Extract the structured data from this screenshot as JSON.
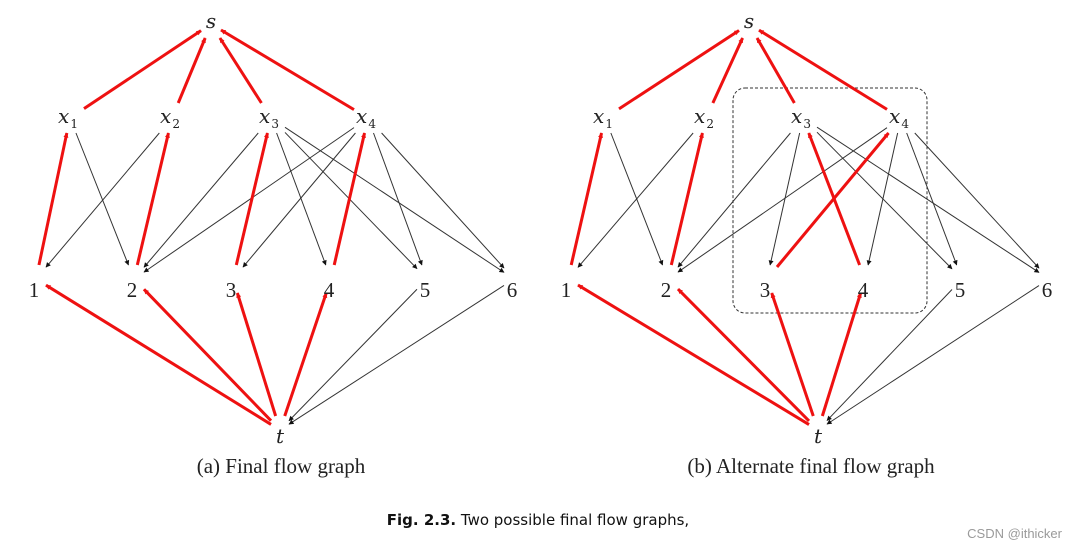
{
  "colors": {
    "flow": "#ee1111",
    "edge": "#333333",
    "box": "#333333"
  },
  "node_labels": {
    "source": "s",
    "sink": "t",
    "x1_base": "x",
    "x1_sub": "1",
    "x2_base": "x",
    "x2_sub": "2",
    "x3_base": "x",
    "x3_sub": "3",
    "x4_base": "x",
    "x4_sub": "4",
    "n1": "1",
    "n2": "2",
    "n3": "3",
    "n4": "4",
    "n5": "5",
    "n6": "6"
  },
  "graphs": [
    {
      "caption": "(a) Final flow graph",
      "flow_edges": [
        [
          "x1",
          "s"
        ],
        [
          "x2",
          "s"
        ],
        [
          "x3",
          "s"
        ],
        [
          "x4",
          "s"
        ],
        [
          "1",
          "x1"
        ],
        [
          "2",
          "x2"
        ],
        [
          "3",
          "x3"
        ],
        [
          "4",
          "x4"
        ],
        [
          "t",
          "1"
        ],
        [
          "t",
          "2"
        ],
        [
          "t",
          "3"
        ],
        [
          "t",
          "4"
        ]
      ],
      "plain_edges": [
        [
          "x1",
          "2"
        ],
        [
          "x2",
          "1"
        ],
        [
          "x3",
          "2"
        ],
        [
          "x3",
          "4"
        ],
        [
          "x3",
          "5"
        ],
        [
          "x3",
          "6"
        ],
        [
          "x4",
          "2"
        ],
        [
          "x4",
          "3"
        ],
        [
          "x4",
          "5"
        ],
        [
          "x4",
          "6"
        ],
        [
          "5",
          "t"
        ],
        [
          "6",
          "t"
        ]
      ],
      "highlight_box": false
    },
    {
      "caption": "(b) Alternate final flow graph",
      "flow_edges": [
        [
          "x1",
          "s"
        ],
        [
          "x2",
          "s"
        ],
        [
          "x3",
          "s"
        ],
        [
          "x4",
          "s"
        ],
        [
          "1",
          "x1"
        ],
        [
          "2",
          "x2"
        ],
        [
          "4",
          "x3"
        ],
        [
          "3",
          "x4"
        ],
        [
          "t",
          "1"
        ],
        [
          "t",
          "2"
        ],
        [
          "t",
          "3"
        ],
        [
          "t",
          "4"
        ]
      ],
      "plain_edges": [
        [
          "x1",
          "2"
        ],
        [
          "x2",
          "1"
        ],
        [
          "x3",
          "2"
        ],
        [
          "x3",
          "3"
        ],
        [
          "x3",
          "5"
        ],
        [
          "x3",
          "6"
        ],
        [
          "x4",
          "2"
        ],
        [
          "x4",
          "4"
        ],
        [
          "x4",
          "5"
        ],
        [
          "x4",
          "6"
        ],
        [
          "5",
          "t"
        ],
        [
          "6",
          "t"
        ]
      ],
      "highlight_box": true
    }
  ],
  "figure_caption": {
    "label": "Fig. 2.3.",
    "text": "Two possible final flow graphs,"
  },
  "watermark": "CSDN @ithicker"
}
